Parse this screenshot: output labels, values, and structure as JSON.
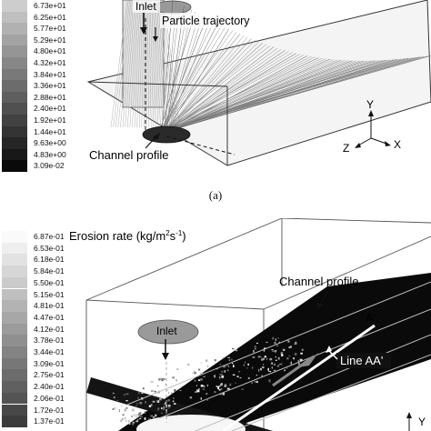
{
  "figure_a": {
    "legend_values": [
      "6.73e+01",
      "6.25e+01",
      "5.77e+01",
      "5.29e+01",
      "4.80e+01",
      "4.32e+01",
      "3.84e+01",
      "3.36e+01",
      "2.88e+01",
      "2.40e+01",
      "1.92e+01",
      "1.44e+01",
      "9.63e+00",
      "4.83e+00",
      "3.09e-02"
    ],
    "labels": {
      "inlet": "Inlet",
      "particle_trajectory": "Particle trajectory",
      "channel_profile": "Channel profile"
    },
    "axes": {
      "y": "Y",
      "z": "Z",
      "x": "X"
    },
    "caption": "(a)"
  },
  "figure_b": {
    "title": "Erosion rate (kg/m",
    "title_sup1": "2",
    "title_mid": "s",
    "title_sup2": "-1",
    "title_end": ")",
    "legend_values": [
      "6.87e-01",
      "6.53e-01",
      "6.18e-01",
      "5.84e-01",
      "5.50e-01",
      "5.15e-01",
      "4.81e-01",
      "4.47e-01",
      "4.12e-01",
      "3.78e-01",
      "3.44e-01",
      "3.09e-01",
      "2.75e-01",
      "2.40e-01",
      "2.06e-01",
      "1.72e-01",
      "1.37e-01"
    ],
    "labels": {
      "channel_profile": "Channel profile",
      "inlet": "Inlet",
      "a_prime": "A'",
      "line_aa": "Line AA'"
    },
    "axes": {
      "y": "Y"
    }
  },
  "colors": {
    "background": "#ffffff",
    "surface_dark": "#0a0a0a",
    "line": "#222222"
  }
}
